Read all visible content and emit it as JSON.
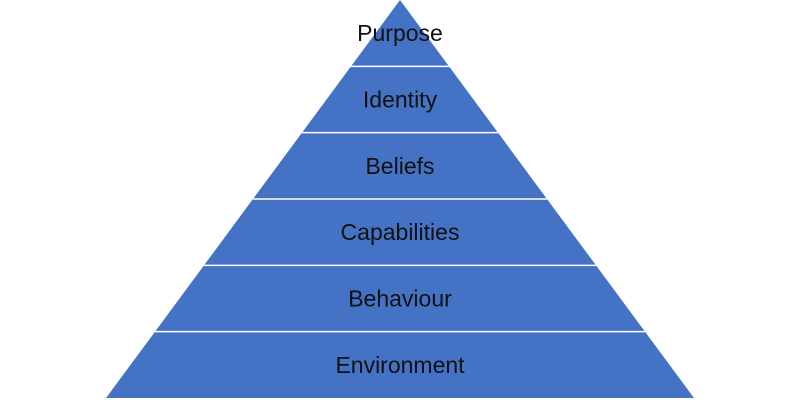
{
  "diagram": {
    "fill_color": "#4472C4",
    "divider_color": "#ffffff",
    "layers": [
      {
        "label": "Purpose"
      },
      {
        "label": "Identity"
      },
      {
        "label": "Beliefs"
      },
      {
        "label": "Capabilities"
      },
      {
        "label": "Behaviour"
      },
      {
        "label": "Environment"
      }
    ]
  }
}
